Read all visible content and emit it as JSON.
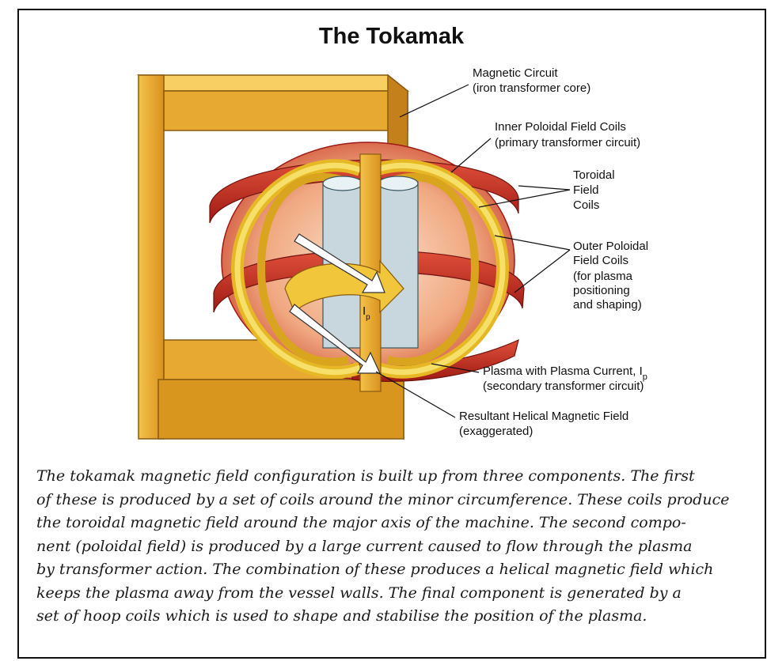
{
  "title": "The Tokamak",
  "labels": {
    "magnetic_circuit": [
      "Magnetic Circuit",
      "(iron transformer core)"
    ],
    "inner_coils": [
      "Inner Poloidal Field Coils",
      "(primary transformer circuit)"
    ],
    "toroidal_coils": [
      "Toroidal",
      "Field",
      "Coils"
    ],
    "outer_coils": [
      "Outer Poloidal",
      "Field Coils",
      "(for plasma",
      "positioning",
      "and shaping)"
    ],
    "plasma_current": [
      "Plasma with Plasma Current, I",
      "(secondary transformer circuit)"
    ],
    "plasma_current_sub": "p",
    "helical_field": [
      "Resultant Helical Magnetic Field",
      "(exaggerated)"
    ],
    "ip_label": "I",
    "ip_sub": "p"
  },
  "caption_lines": [
    "The tokamak magnetic field configuration is built up from three components. The first",
    "of these is produced by a set of coils around the minor circumference. These coils produce",
    "the toroidal magnetic field around the major axis of the machine. The second compo-",
    "nent (poloidal field) is produced by a large current caused to flow through the plasma",
    "by transformer action. The combination of these produces a helical magnetic field which",
    "keeps the plasma away from the vessel walls. The final component is generated by a",
    "set of hoop coils which is used to shape and stabilise the position of the plasma."
  ],
  "colors": {
    "core": "#e8a830",
    "core_dark": "#c98418",
    "coil_red": "#c8281e",
    "coil_yellow": "#f2d43a",
    "plasma": "#f0b08a",
    "solenoid": "#c9d8de"
  }
}
